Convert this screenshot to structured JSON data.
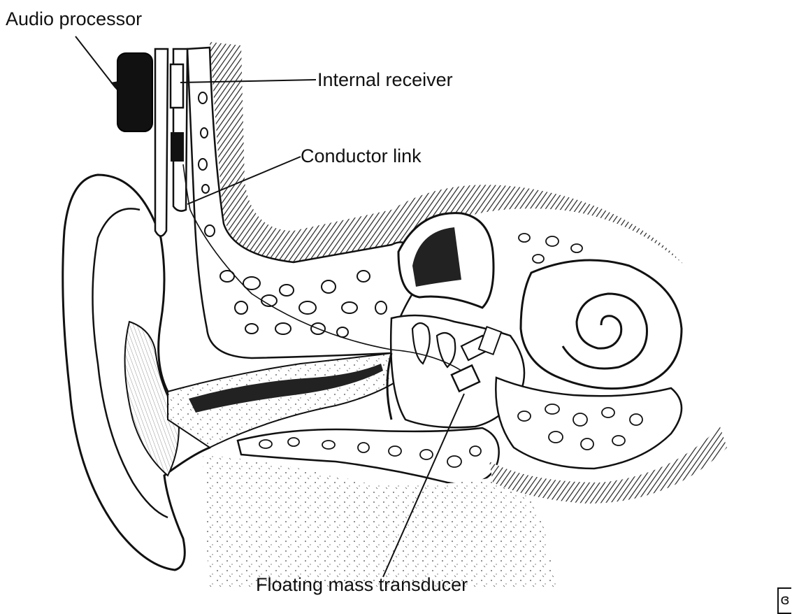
{
  "labels": {
    "audio_processor": "Audio processor",
    "internal_receiver": "Internal receiver",
    "conductor_link": "Conductor link",
    "floating_mass_transducer": "Floating mass transducer"
  },
  "colors": {
    "ink": "#111111",
    "background": "#ffffff",
    "bone_fill": "#e9e9e9",
    "shadow": "#333333"
  }
}
